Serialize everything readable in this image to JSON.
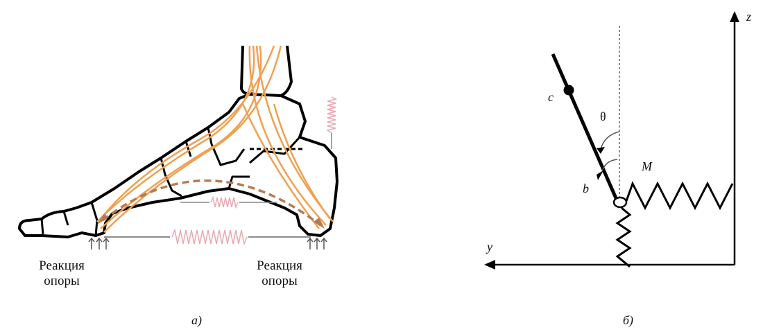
{
  "figure_a": {
    "left_label_line1": "Реакция",
    "left_label_line2": "опоры",
    "right_label_line1": "Реакция",
    "right_label_line2": "опоры",
    "caption": "а)",
    "colors": {
      "tendon": "#f0a050",
      "arch": "#b87a50",
      "spring": "#e8a8b0",
      "bone": "#000000"
    }
  },
  "figure_b": {
    "label_c": "c",
    "label_theta": "θ",
    "label_b": "b",
    "label_M": "M",
    "axis_y": "y",
    "axis_z": "z",
    "caption": "б)"
  }
}
